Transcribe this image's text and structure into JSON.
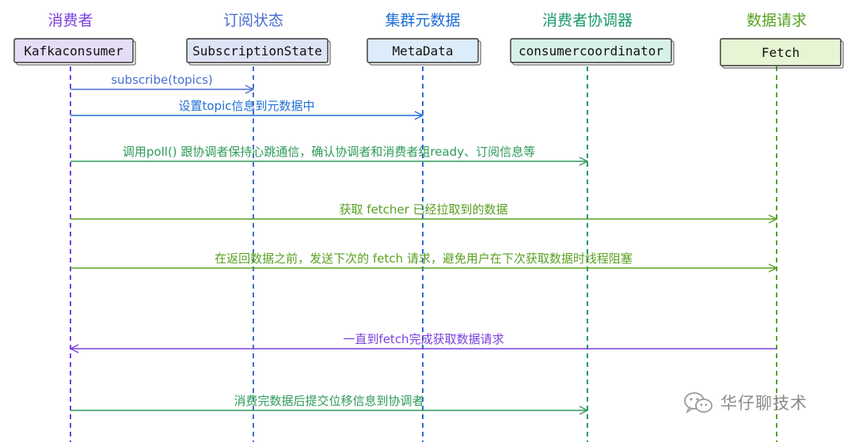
{
  "participants": [
    {
      "id": "consumer",
      "title": "消费者",
      "box_label": "Kafkaconsumer",
      "color": "#7b3fe0",
      "fill": "#e6dcf6"
    },
    {
      "id": "subscription",
      "title": "订阅状态",
      "box_label": "SubscriptionState",
      "color": "#4a6ed0",
      "fill": "#dfe3f6"
    },
    {
      "id": "metadata",
      "title": "集群元数据",
      "box_label": "MetaData",
      "color": "#1f6fd6",
      "fill": "#dcecfa"
    },
    {
      "id": "coordinator",
      "title": "消费者协调器",
      "box_label": "consumercoordinator",
      "color": "#1b9a6a",
      "fill": "#d8f1e7"
    },
    {
      "id": "fetch",
      "title": "数据请求",
      "box_label": "Fetch",
      "color": "#5aa122",
      "fill": "#e6f5d4"
    }
  ],
  "messages": [
    {
      "from": "consumer",
      "to": "subscription",
      "label": "subscribe(topics)",
      "color": "#4a6ed0"
    },
    {
      "from": "consumer",
      "to": "metadata",
      "label": "设置topic信息到元数据中",
      "color": "#1f6fd6"
    },
    {
      "from": "consumer",
      "to": "coordinator",
      "label": "调用poll() 跟协调者保持心跳通信，确认协调者和消费者组ready、订阅信息等",
      "color": "#2e9a5a"
    },
    {
      "from": "consumer",
      "to": "fetch",
      "label": "获取 fetcher 已经拉取到的数据",
      "color": "#5aa122"
    },
    {
      "from": "consumer",
      "to": "fetch",
      "label": "在返回数据之前，发送下次的 fetch 请求，避免用户在下次获取数据时线程阻塞",
      "color": "#5aa122"
    },
    {
      "from": "fetch",
      "to": "consumer",
      "label": "一直到fetch完成获取数据请求",
      "color": "#7b3fe0"
    },
    {
      "from": "consumer",
      "to": "coordinator",
      "label": "消费完数据后提交位移信息到协调者",
      "color": "#2e9a5a"
    }
  ],
  "watermark": {
    "icon": "wechat-icon",
    "text": "华仔聊技术"
  }
}
